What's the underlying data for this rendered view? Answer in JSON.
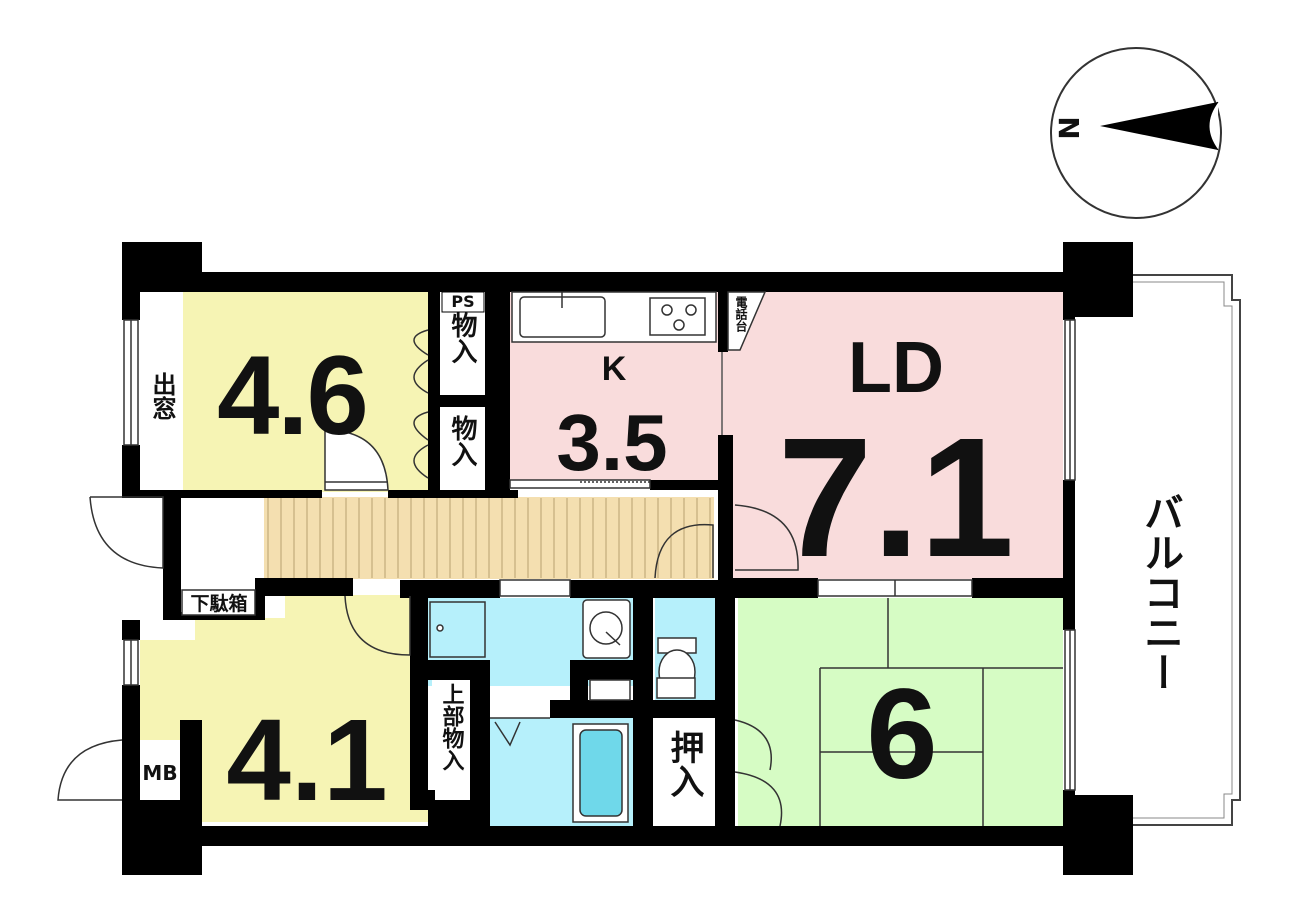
{
  "compass": {
    "north": "N"
  },
  "rooms": {
    "western_a": {
      "size": "4.6"
    },
    "kitchen": {
      "name": "K",
      "size": "3.5"
    },
    "living_dining": {
      "name": "LD",
      "size": "7.1"
    },
    "western_b": {
      "size": "4.1"
    },
    "japanese": {
      "size": "6"
    }
  },
  "labels": {
    "bay_window": "出窓",
    "pipe_space": "PS",
    "storage_1": "物入",
    "storage_2": "物入",
    "phone_stand": "電話台",
    "shoe_box": "下駄箱",
    "upper_storage": "上部物入",
    "meter_box": "MB",
    "closet": "押入",
    "balcony": "バルコニー"
  },
  "colors": {
    "western": "#f6f4b4",
    "kitchen_living": "#f9dcdc",
    "japanese": "#d6fcc4",
    "water": "#b6f0fb",
    "hall": "#f4dfb0",
    "wall": "#000000"
  }
}
